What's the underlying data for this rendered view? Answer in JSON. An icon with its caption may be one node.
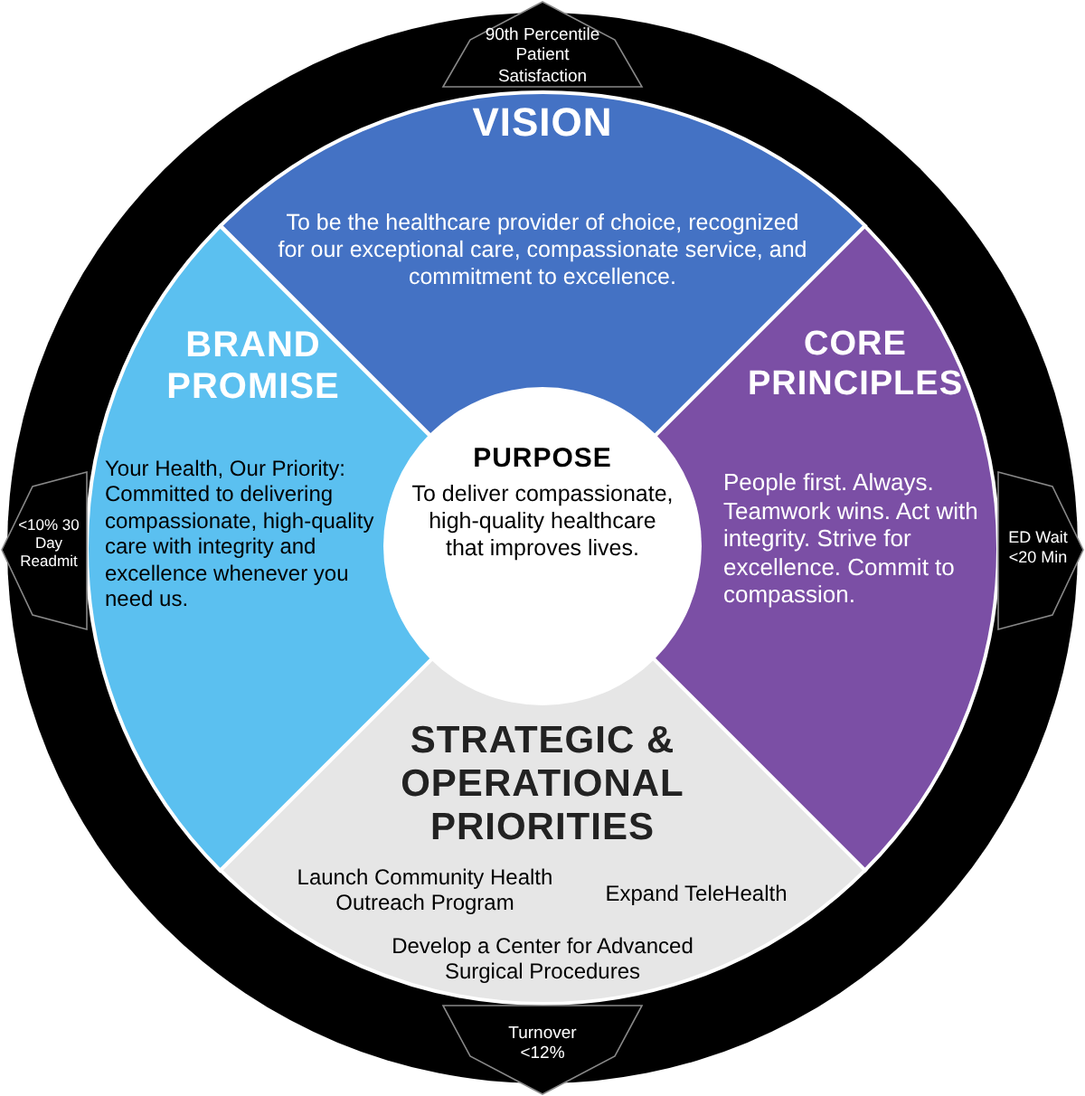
{
  "diagram": {
    "nodes": [
      {
        "text": [
          "90th Percentile Patient Satisfaction"
        ]
      },
      {
        "text": [
          "VISION",
          "To be the healthcare provider of choice, recognized for our exceptional care, compassionate service, and commitment to excellence."
        ]
      },
      {
        "text": [
          "BRAND PROMISE",
          "Your Health, Our Priority: Committed to delivering compassionate, high-quality care with integrity and excellence whenever you need us."
        ]
      },
      {
        "text": [
          "CORE PRINCIPLES",
          "People first. Always. Teamwork wins. Act with integrity. Strive for excellence. Commit to compassion."
        ]
      },
      {
        "text": [
          "PURPOSE",
          "To deliver compassionate, high-quality healthcare that improves lives."
        ]
      },
      {
        "text": [
          "<10% 30 Day Readmit"
        ]
      },
      {
        "text": [
          "ED Wait <20 Min"
        ]
      },
      {
        "text": [
          "STRATEGIC & OPERATIONAL PRIORITIES",
          "Launch Community Health Outreach Program",
          "Expand TeleHealth",
          "Develop a Center for Advanced Surgical Procedures"
        ]
      },
      {
        "text": [
          "Turnover <12%"
        ]
      }
    ],
    "edges": []
  }
}
